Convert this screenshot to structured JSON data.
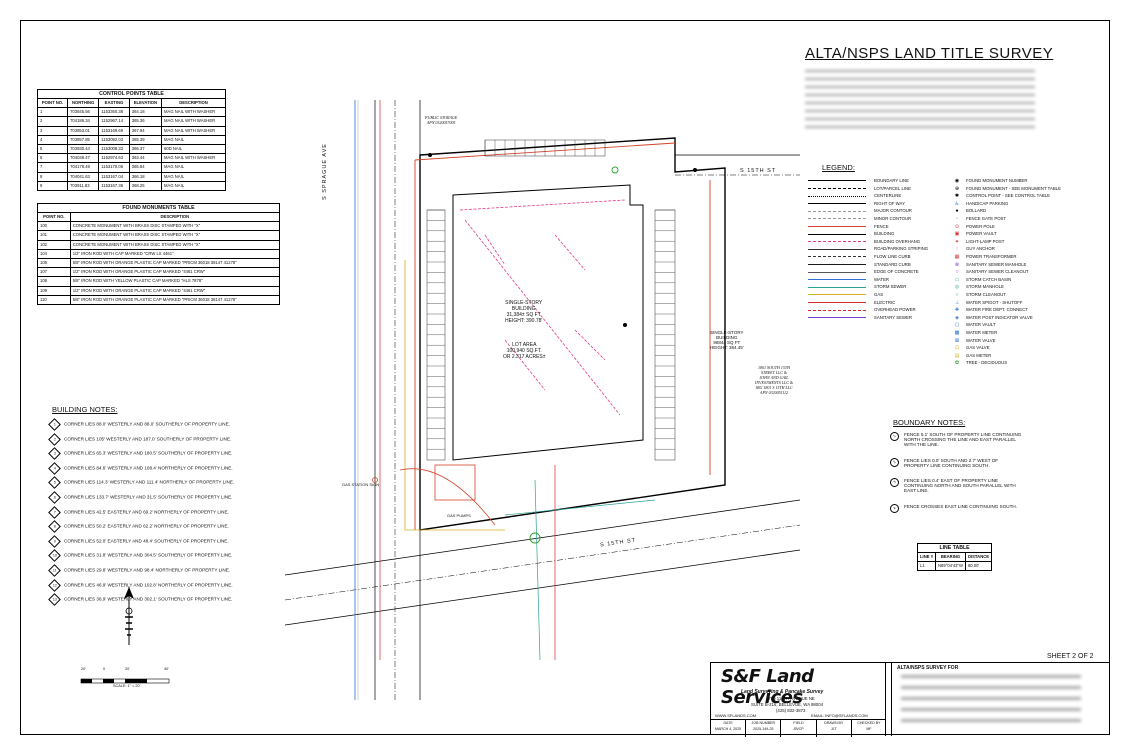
{
  "title": "ALTA/NSPS LAND TITLE SURVEY",
  "control_points": {
    "caption": "CONTROL POINTS TABLE",
    "headers": [
      "POINT NO.",
      "NORTHING",
      "EASTING",
      "ELEVATION",
      "DESCRIPTION"
    ],
    "rows": [
      [
        "1",
        "703845.56",
        "1153360.38",
        "364.18",
        "MAG NAIL WITH WASHER"
      ],
      [
        "2",
        "704186.34",
        "1152967.14",
        "365.36",
        "MAG NAIL WITH WASHER"
      ],
      [
        "3",
        "703853.01",
        "1153169.69",
        "367.94",
        "MAG NAIL WITH WASHER"
      ],
      [
        "4",
        "703857.85",
        "1153092.03",
        "365.39",
        "MAG NAIL"
      ],
      [
        "5",
        "703930.44",
        "1153008.33",
        "366.37",
        "60D NAIL"
      ],
      [
        "6",
        "704036.47",
        "1152974.63",
        "363.44",
        "MAG NAIL WITH WASHER"
      ],
      [
        "7",
        "704178.49",
        "1153170.06",
        "365.84",
        "MAG NAIL"
      ],
      [
        "8",
        "704041.63",
        "1153167.04",
        "366.18",
        "MAG NAIL"
      ],
      [
        "9",
        "703911.83",
        "1153167.36",
        "368.25",
        "MAG NAIL"
      ]
    ]
  },
  "found_monuments": {
    "caption": "FOUND MONUMENTS TABLE",
    "headers": [
      "POINT NO.",
      "DESCRIPTION"
    ],
    "rows": [
      [
        "100",
        "CONCRETE MONUMENT WITH BRASS DISC STAMPED WITH \"X\""
      ],
      [
        "101",
        "CONCRETE MONUMENT WITH BRASS DISC STAMPED WITH \"X\""
      ],
      [
        "102",
        "CONCRETE MONUMENT WITH BRASS DISC STAMPED WITH \"X\""
      ],
      [
        "104",
        "1/2\" IRON ROD WITH CAP MARKED \"CRW LS 4461\""
      ],
      [
        "105",
        "5/8\" IRON ROD WITH ORANGE PLASTIC CAP MARKED \"PRICM 36018 38147 41278\""
      ],
      [
        "107",
        "1/2\" IRON ROD WITH ORANGE PLASTIC CAP MARKED \"4461 CRW\""
      ],
      [
        "108",
        "5/8\" IRON ROD WITH YELLOW PLASTIC CAP MARKED \"HLS 7878\""
      ],
      [
        "109",
        "1/2\" IRON ROD WITH ORANGE PLASTIC CAP MARKED \"4461 CRW\""
      ],
      [
        "110",
        "5/8\" IRON ROD WITH ORANGE PLASTIC CAP MARKED \"PRICM 36018 38147 41278\""
      ]
    ]
  },
  "building_notes": {
    "heading": "BUILDING NOTES:",
    "items": [
      {
        "n": "1",
        "text": "CORNER LIES 88.0' WESTERLY AND 88.0' SOUTHERLY OF PROPERTY LINE."
      },
      {
        "n": "2",
        "text": "CORNER LIES 105' WESTERLY AND 187.0' SOUTHERLY OF PROPERTY LINE."
      },
      {
        "n": "3",
        "text": "CORNER LIES 65.3' WESTERLY AND 180.5' SOUTHERLY OF PROPERTY LINE."
      },
      {
        "n": "4",
        "text": "CORNER LIES 84.6' WESTERLY AND 108.4' NORTHERLY OF PROPERTY LINE."
      },
      {
        "n": "5",
        "text": "CORNER LIES 114.3' WESTERLY AND 111.4' NORTHERLY OF PROPERTY LINE."
      },
      {
        "n": "6",
        "text": "CORNER LIES 133.7' WESTERLY AND 31.5' SOUTHERLY OF PROPERTY LINE."
      },
      {
        "n": "7",
        "text": "CORNER LIES 42.5' EASTERLY AND 69.2' NORTHERLY OF PROPERTY LINE."
      },
      {
        "n": "8",
        "text": "CORNER LIES 50.2' EASTERLY AND 62.2' NORTHERLY OF PROPERTY LINE."
      },
      {
        "n": "9",
        "text": "CORNER LIES 52.0' EASTERLY AND 48.4' SOUTHERLY OF PROPERTY LINE."
      },
      {
        "n": "10",
        "text": "CORNER LIES 31.8' WESTERLY AND 304.5' SOUTHERLY OF PROPERTY LINE."
      },
      {
        "n": "11",
        "text": "CORNER LIES 29.8' WESTERLY AND 98.4' NORTHERLY OF PROPERTY LINE."
      },
      {
        "n": "12",
        "text": "CORNER LIES 46.9' WESTERLY AND 102.8' NORTHERLY OF PROPERTY LINE."
      },
      {
        "n": "13",
        "text": "CORNER LIES 38.9' WESTERLY AND 302.1' SOUTHERLY OF PROPERTY LINE."
      }
    ]
  },
  "legend": {
    "heading": "LEGEND:",
    "lines": [
      {
        "label": "BOUNDARY LINE",
        "color": "#000000",
        "style": "solid",
        "w": 1.4
      },
      {
        "label": "LOT/PARCEL LINE",
        "color": "#000000",
        "style": "dashed",
        "w": 0.8
      },
      {
        "label": "CENTERLINE",
        "color": "#000000",
        "style": "dashdot",
        "w": 0.7
      },
      {
        "label": "RIGHT OF WAY",
        "color": "#000000",
        "style": "solid",
        "w": 0.7
      },
      {
        "label": "MAJOR CONTOUR",
        "color": "#9a9a9a",
        "style": "dashed",
        "w": 1
      },
      {
        "label": "MINOR CONTOUR",
        "color": "#9a9a9a",
        "style": "dashed",
        "w": 0.5
      },
      {
        "label": "FENCE",
        "color": "#d4442a",
        "style": "solid",
        "w": 1
      },
      {
        "label": "BUILDING",
        "color": "#000000",
        "style": "solid",
        "w": 1
      },
      {
        "label": "BUILDING OVERHANG",
        "color": "#e23a8e",
        "style": "dashed",
        "w": 1
      },
      {
        "label": "ROAD/PARKING STRIPING",
        "color": "#333333",
        "style": "solid",
        "w": 0.6
      },
      {
        "label": "FLOW LINE CURB",
        "color": "#333333",
        "style": "dashed",
        "w": 0.6
      },
      {
        "label": "STANDARD CURB",
        "color": "#1a1a1a",
        "style": "solid",
        "w": 0.9
      },
      {
        "label": "EDGE OF CONCRETE",
        "color": "#555555",
        "style": "solid",
        "w": 0.6
      },
      {
        "label": "WATER",
        "color": "#2c6fd6",
        "style": "solid",
        "w": 1
      },
      {
        "label": "STORM SEWER",
        "color": "#2aa198",
        "style": "solid",
        "w": 1
      },
      {
        "label": "GAS",
        "color": "#d6b21f",
        "style": "solid",
        "w": 1
      },
      {
        "label": "ELECTRIC",
        "color": "#d62a2a",
        "style": "solid",
        "w": 1
      },
      {
        "label": "OVERHEAD POWER",
        "color": "#d62a2a",
        "style": "dashed",
        "w": 1
      },
      {
        "label": "SANITARY SEWER",
        "color": "#7a3ad6",
        "style": "solid",
        "w": 1
      }
    ],
    "symbols": [
      {
        "icon": "◉",
        "label": "FOUND MONUMENT NUMBER",
        "color": "#000000"
      },
      {
        "icon": "⊕",
        "label": "FOUND MONUMENT - SEE MONUMENT TABLE",
        "color": "#000000"
      },
      {
        "icon": "✱",
        "label": "CONTROL POINT - SEE CONTROL TABLE",
        "color": "#000000"
      },
      {
        "icon": "♿",
        "label": "HANDICAP PARKING",
        "color": "#2c6fd6"
      },
      {
        "icon": "●",
        "label": "BOLLARD",
        "color": "#000000"
      },
      {
        "icon": "▫",
        "label": "FENCE GATE POST",
        "color": "#d4442a"
      },
      {
        "icon": "⊙",
        "label": "POWER POLE",
        "color": "#d62a2a"
      },
      {
        "icon": "▣",
        "label": "POWER VAULT",
        "color": "#d62a2a"
      },
      {
        "icon": "✦",
        "label": "LIGHT-LAMP POST",
        "color": "#d62a2a"
      },
      {
        "icon": "↑",
        "label": "GUY ANCHOR",
        "color": "#d62a2a"
      },
      {
        "icon": "▦",
        "label": "POWER TRANSFORMER",
        "color": "#d62a2a"
      },
      {
        "icon": "⊗",
        "label": "SANITARY SEWER MANHOLE",
        "color": "#7a3ad6"
      },
      {
        "icon": "○",
        "label": "SANITARY SEWER CLEANOUT",
        "color": "#7a3ad6"
      },
      {
        "icon": "▭",
        "label": "STORM CATCH BASIN",
        "color": "#2aa198"
      },
      {
        "icon": "◎",
        "label": "STORM MANHOLE",
        "color": "#2aa198"
      },
      {
        "icon": "○",
        "label": "STORM CLEANOUT",
        "color": "#2aa198"
      },
      {
        "icon": "⊥",
        "label": "WATER SPIGOT - SHUTOFF",
        "color": "#2c6fd6"
      },
      {
        "icon": "✚",
        "label": "WATER FIRE DEPT. CONNECT",
        "color": "#2c6fd6"
      },
      {
        "icon": "◈",
        "label": "WATER POST INDICATOR VALVE",
        "color": "#2c6fd6"
      },
      {
        "icon": "▢",
        "label": "WATER VAULT",
        "color": "#2c6fd6"
      },
      {
        "icon": "▩",
        "label": "WATER METER",
        "color": "#2c6fd6"
      },
      {
        "icon": "⊠",
        "label": "WATER VALVE",
        "color": "#2c6fd6"
      },
      {
        "icon": "⊡",
        "label": "GAS VALVE",
        "color": "#d6b21f"
      },
      {
        "icon": "▤",
        "label": "GAS METER",
        "color": "#d6b21f"
      },
      {
        "icon": "✿",
        "label": "TREE - DECIDUOUS",
        "color": "#2aa02a"
      }
    ]
  },
  "boundary_notes": {
    "heading": "BOUNDARY NOTES:",
    "items": [
      {
        "n": "1",
        "lines": [
          "FENCE 5.1' SOUTH OF PROPERTY LINE CONTINUING",
          "NORTH CROSSING THE LINE AND EAST PARALLEL",
          "WITH THE LINE."
        ]
      },
      {
        "n": "2",
        "lines": [
          "FENCE LIES 0.0' SOUTH AND 2.7' WEST OF",
          "PROPERTY LINE CONTINUING SOUTH."
        ]
      },
      {
        "n": "3",
        "lines": [
          "FENCE LIES 0.4' EAST OF PROPERTY LINE",
          "CONTINUING NORTH AND SOUTH PARALLEL WITH",
          "EAST LINE."
        ]
      },
      {
        "n": "4",
        "lines": [
          "FENCE CROSSES EAST LINE CONTINUING SOUTH."
        ]
      }
    ]
  },
  "line_table": {
    "caption": "LINE TABLE",
    "headers": [
      "LINE #",
      "BEARING",
      "DISTANCE"
    ],
    "rows": [
      [
        "L1",
        "N89°04'43\"W",
        "60.00'"
      ]
    ]
  },
  "map": {
    "lot_area": [
      "LOT AREA",
      "100,940 SQ.FT.",
      "OR 2.317 ACRES±"
    ],
    "building1": [
      "SINGLE-STORY",
      "BUILDING",
      "31,384± SQ FT",
      "HEIGHT: 390.78'"
    ],
    "building2": [
      "SINGLE-STORY",
      "BUILDING",
      "9884± SQ FT",
      "HEIGHT: 384.45'"
    ],
    "public_storage": [
      "PUBLIC STORAGE",
      "APN 0320057005"
    ],
    "neighbor": [
      "1801 SOUTH 15TH",
      "STREET LLC &",
      "JOHN AND GAIL",
      "INVESTMENTS LLC &",
      "JRG 1801 S 15TH LLC",
      "APN 0320051112"
    ],
    "street_15th_north": "S 15TH ST",
    "street_15th_south": "S 15TH ST",
    "street_sprague": "S SPRAGUE AVE",
    "gas_pumps": "GAS PUMPS",
    "gas_station_sign": "GAS STATION SIGN"
  },
  "scale": {
    "ticks": [
      "20'",
      "0",
      "20'",
      "40'"
    ],
    "label": "SCALE: 1\" = 20'"
  },
  "sheet": "SHEET 2 OF 2",
  "title_block": {
    "company": "S&F Land Services",
    "tagline": "Land Surveying & Pancake Survey",
    "address1": "1780 112TH AVENUE NE",
    "address2": "SUITE B-216, BELLEVUE, WA 98004",
    "phone": "(425) 832-3873",
    "web": "WWW.SFLANDS.COM",
    "email": "EMAIL: INFO@SFLANDS.COM",
    "survey_for": "ALTA/NSPS SURVEY FOR",
    "fields": [
      {
        "label": "DATE",
        "value": "MARCH 4, 2025"
      },
      {
        "label": "JOB NUMBER",
        "value": "2025-149-25"
      },
      {
        "label": "FIELD",
        "value": "JB/CP"
      },
      {
        "label": "DRAWN BY",
        "value": "JLT"
      },
      {
        "label": "CHECKED BY",
        "value": "MF"
      }
    ]
  },
  "colors": {
    "boundary": "#000000",
    "fence": "#d4442a",
    "overhang": "#e23a8e",
    "water": "#2c6fd6",
    "storm": "#2aa198",
    "gas": "#d6b21f",
    "electric": "#d62a2a",
    "green_label": "#18b030",
    "magenta_label": "#c425c4"
  }
}
